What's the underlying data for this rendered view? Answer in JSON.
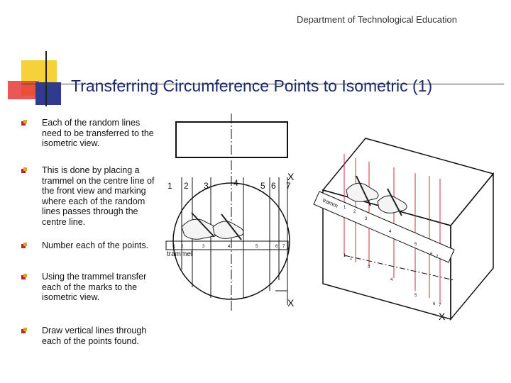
{
  "header": {
    "department": "Department of Technological Education"
  },
  "slide": {
    "title": "Transferring Circumference Points to Isometric (1)"
  },
  "bullets": [
    "Each of the random lines need to be transferred to the isometric view.",
    "This is done by placing a trammel on the centre line of the front view and marking where each of the random lines passes through the centre line.",
    "Number each of the points.",
    "Using the trammel transfer each of the marks to the isometric view.",
    "Draw vertical lines through each of the points found."
  ],
  "figure": {
    "front_view_numbers": [
      "1",
      "2",
      "3",
      "4",
      "5",
      "6",
      "7"
    ],
    "x_label_top": "X",
    "x_label_bottom": "X",
    "x_label_iso": "X",
    "trammel_label": "trammel",
    "trammel_marks": [
      "1",
      "2",
      "3",
      "4",
      "5",
      "6",
      "7"
    ],
    "iso_trammel_label": "tramm",
    "iso_trammel_marks": [
      "1",
      "2",
      "3",
      "4",
      "5",
      "6",
      "7"
    ],
    "iso_base_marks": [
      "1",
      "2",
      "3",
      "4",
      "5",
      "6",
      "7"
    ]
  },
  "colors": {
    "title": "#1c2a6b",
    "accent_red": "#e0322f",
    "accent_yellow": "#f6d23a",
    "accent_blue": "#2e3b8f",
    "construction_line": "#c8343a"
  }
}
